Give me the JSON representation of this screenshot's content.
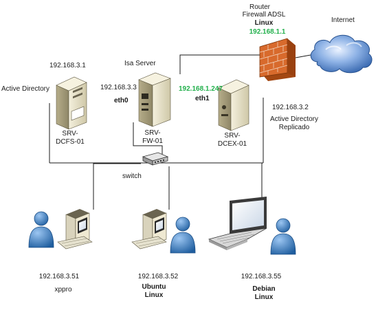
{
  "router": {
    "title": "Router",
    "subtitle": "Firewall ADSL",
    "os": "Linux",
    "ip": "192.168.1.1",
    "ip_color": "#22b04c",
    "icon": "firewall-icon"
  },
  "internet": {
    "label": "Internet",
    "icon": "cloud-icon"
  },
  "isa": {
    "title": "Isa Server",
    "ip_internal": "192.168.3.3",
    "iface_internal": "eth0",
    "ip_external": "192.168.1.247",
    "ip_external_color": "#22b04c",
    "iface_external": "eth1",
    "name_line1": "SRV-",
    "name_line2": "FW-01",
    "icon": "server-icon"
  },
  "ad_primary": {
    "ip": "192.168.3.1",
    "role": "Active Directory",
    "name_line1": "SRV-",
    "name_line2": "DCFS-01",
    "icon": "server-icon"
  },
  "ad_replica": {
    "ip": "192.168.3.2",
    "role_line1": "Active Directory",
    "role_line2": "Replicado",
    "name_line1": "SRV-",
    "name_line2": "DCEX-01",
    "icon": "server-icon"
  },
  "switch": {
    "label": "switch",
    "icon": "switch-icon"
  },
  "clients": [
    {
      "ip": "192.168.3.51",
      "name": "xppro",
      "os": "",
      "icon": "workstation-user-icon"
    },
    {
      "ip": "192.168.3.52",
      "name": "Ubuntu",
      "os": "Linux",
      "icon": "workstation-user-icon"
    },
    {
      "ip": "192.168.3.55",
      "name": "Debian",
      "os": "Linux",
      "icon": "laptop-user-icon"
    }
  ],
  "colors": {
    "wire": "#1a1a1a",
    "server_body": "#e9e4cf",
    "brick": "#d86a2c",
    "cloud": "#4d7fc4",
    "user": "#2f6fb2"
  }
}
